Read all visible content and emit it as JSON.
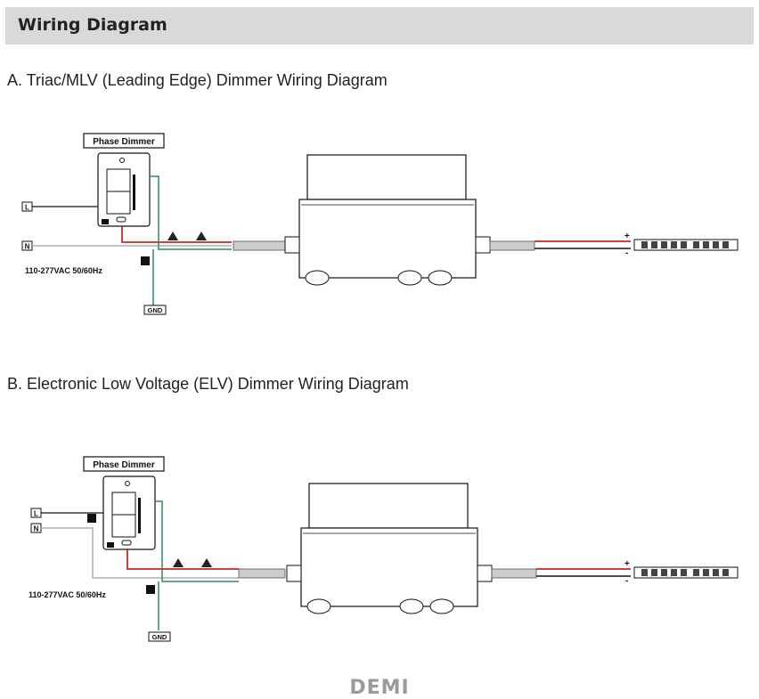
{
  "header": {
    "title": "Wiring Diagram"
  },
  "colors": {
    "header_bg": "#d9d9d9",
    "line_wire": "#c00000",
    "neutral_wire": "#b0b0b0",
    "ground_wire": "#2e8b57",
    "footer": "#9a9a9a"
  },
  "diagrams": [
    {
      "title": "A. Triac/MLV (Leading Edge) Dimmer Wiring Diagram",
      "dimmer_label": "Phase Dimmer",
      "line_label": "L",
      "neutral_label": "N",
      "ground_label": "GND",
      "voltage_label": "110-277VAC 50/60Hz",
      "led_plus": "+",
      "led_minus": "-"
    },
    {
      "title": "B. Electronic Low Voltage (ELV) Dimmer Wiring Diagram",
      "dimmer_label": "Phase Dimmer",
      "line_label": "L",
      "neutral_label": "N",
      "ground_label": "GND",
      "voltage_label": "110-277VAC 50/60Hz",
      "led_plus": "+",
      "led_minus": "-"
    }
  ],
  "footer": {
    "logo": "DEMI"
  }
}
